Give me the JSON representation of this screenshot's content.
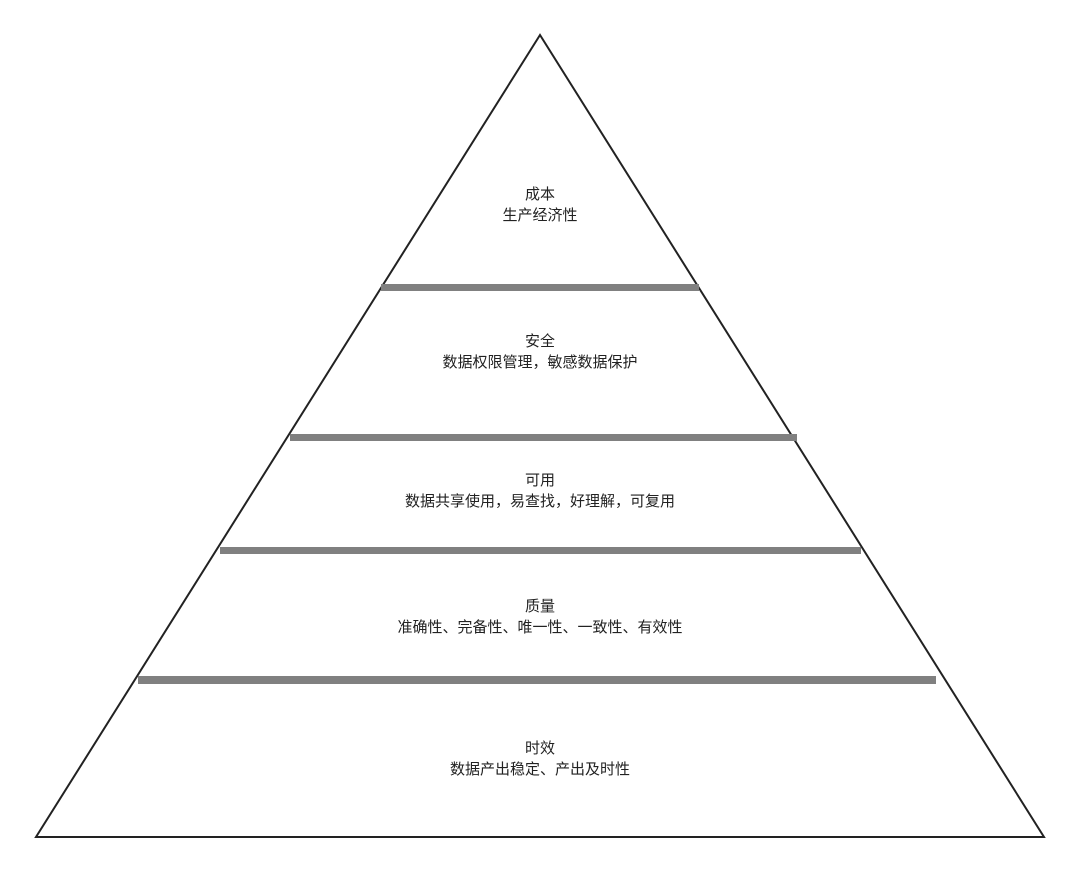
{
  "pyramid": {
    "levels": [
      {
        "title": "成本",
        "description": "生产经济性"
      },
      {
        "title": "安全",
        "description": "数据权限管理，敏感数据保护"
      },
      {
        "title": "可用",
        "description": "数据共享使用，易查找，好理解，可复用"
      },
      {
        "title": "质量",
        "description": "准确性、完备性、唯一性、一致性、有效性"
      },
      {
        "title": "时效",
        "description": "数据产出稳定、产出及时性"
      }
    ]
  },
  "colors": {
    "outline": "#222222",
    "divider": "#808080",
    "text": "#222222",
    "background": "#ffffff"
  }
}
